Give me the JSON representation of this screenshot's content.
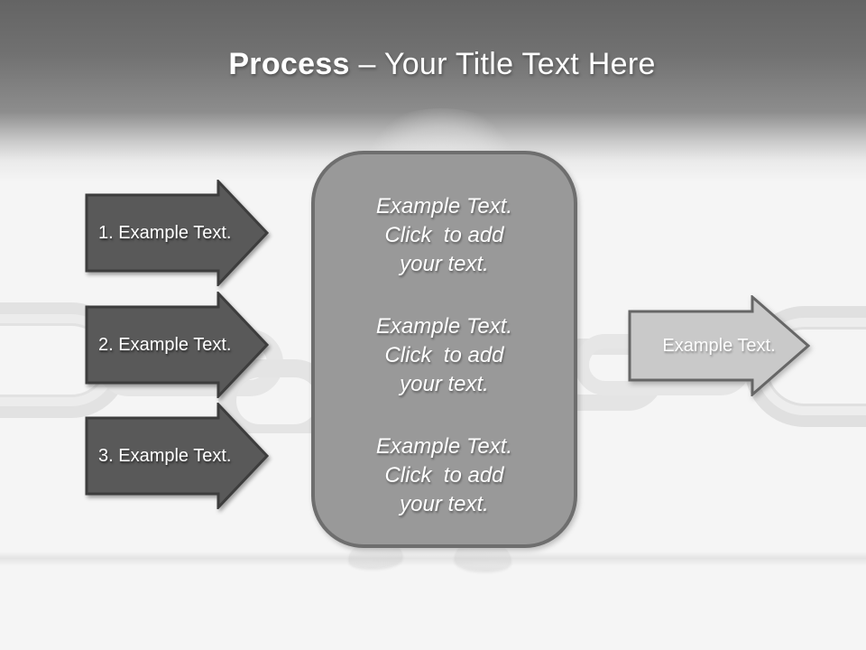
{
  "slide_title": {
    "bold": "Process",
    "rest": " – Your Title Text Here"
  },
  "left_arrows": [
    {
      "label": "1. Example Text."
    },
    {
      "label": "2. Example Text."
    },
    {
      "label": "3. Example Text."
    }
  ],
  "center_box": {
    "blocks": [
      {
        "lines": [
          "Example Text.",
          "Click  to add",
          "your text."
        ]
      },
      {
        "lines": [
          "Example Text.",
          "Click  to add",
          "your text."
        ]
      },
      {
        "lines": [
          "Example Text.",
          "Click  to add",
          "your text."
        ]
      }
    ]
  },
  "right_arrow": {
    "label": "Example Text."
  },
  "decorations": {
    "background": "faded 3d chain links with cartoon figure behind center box",
    "icons": [
      "chain-link-icon",
      "figure-head-icon",
      "figure-feet-icon"
    ]
  },
  "colors": {
    "title_text": "#ffffff",
    "header_top": "#646464",
    "body_bg": "#f5f5f5",
    "arrow_dark_fill": "#595959",
    "arrow_dark_border": "#3d3d3d",
    "arrow_light_fill": "#c9c9c9",
    "arrow_light_border": "#666666",
    "box_fill": "#999999",
    "box_border": "#6e6e6e"
  }
}
